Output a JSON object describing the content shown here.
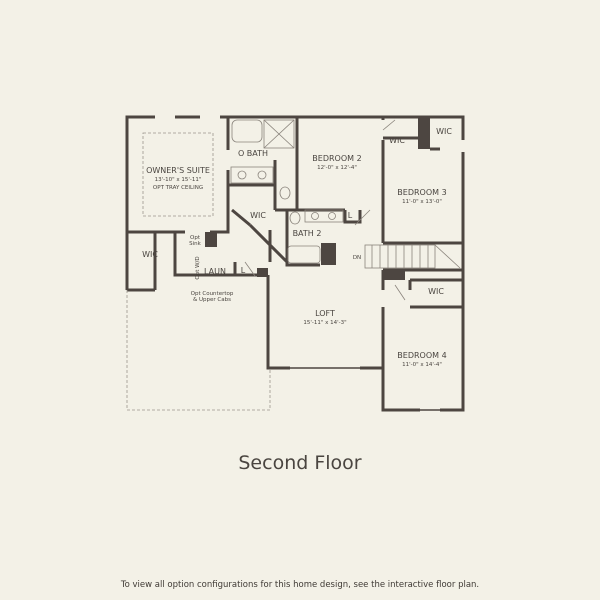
{
  "floor_title": "Second Floor",
  "footer_note": "To view all option configurations for this home design, see the interactive floor plan.",
  "colors": {
    "background": "#f3f1e7",
    "walls": "#4d4641",
    "text": "#4a4540"
  },
  "rooms": {
    "owners_suite": {
      "name": "OWNER'S SUITE",
      "size": "13'-10\" x 15'-11\"",
      "note": "OPT TRAY CEILING"
    },
    "o_bath": {
      "name": "O BATH"
    },
    "bedroom2": {
      "name": "BEDROOM 2",
      "size": "12'-0\" x 12'-4\""
    },
    "bedroom3": {
      "name": "BEDROOM 3",
      "size": "11'-0\" x 13'-0\""
    },
    "bedroom4": {
      "name": "BEDROOM 4",
      "size": "11'-0\" x 14'-4\""
    },
    "loft": {
      "name": "LOFT",
      "size": "15'-11\" x 14'-3\""
    },
    "bath2": {
      "name": "BATH 2"
    },
    "laun": {
      "name": "LAUN"
    },
    "wic_owner": {
      "name": "WIC"
    },
    "wic_center": {
      "name": "WIC"
    },
    "wic_bed2": {
      "name": "WIC"
    },
    "wic_bed3": {
      "name": "WIC"
    },
    "wic_bed4": {
      "name": "WIC"
    },
    "linen1": {
      "name": "L"
    },
    "linen2": {
      "name": "L"
    }
  },
  "annotations": {
    "opt_sink_1": "Opt",
    "opt_sink_2": "Sink",
    "opt_wd": "Opt W/D",
    "opt_counter_1": "Opt Countertop",
    "opt_counter_2": "& Upper Cabs",
    "stairs_dn": "DN"
  }
}
